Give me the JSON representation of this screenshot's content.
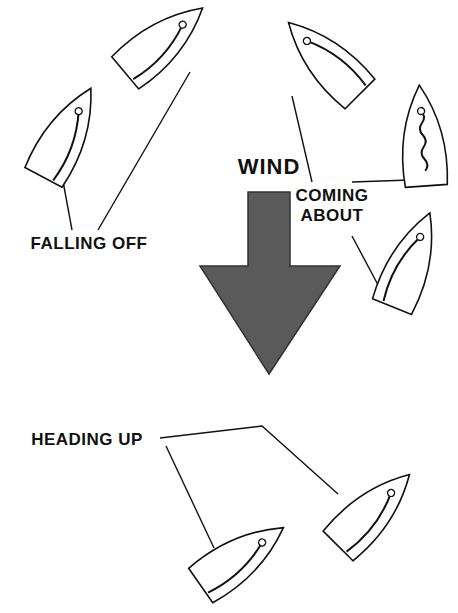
{
  "diagram": {
    "labels": [
      "WIND",
      "FALLING OFF",
      "COMING ABOUT",
      "HEADING UP"
    ]
  }
}
